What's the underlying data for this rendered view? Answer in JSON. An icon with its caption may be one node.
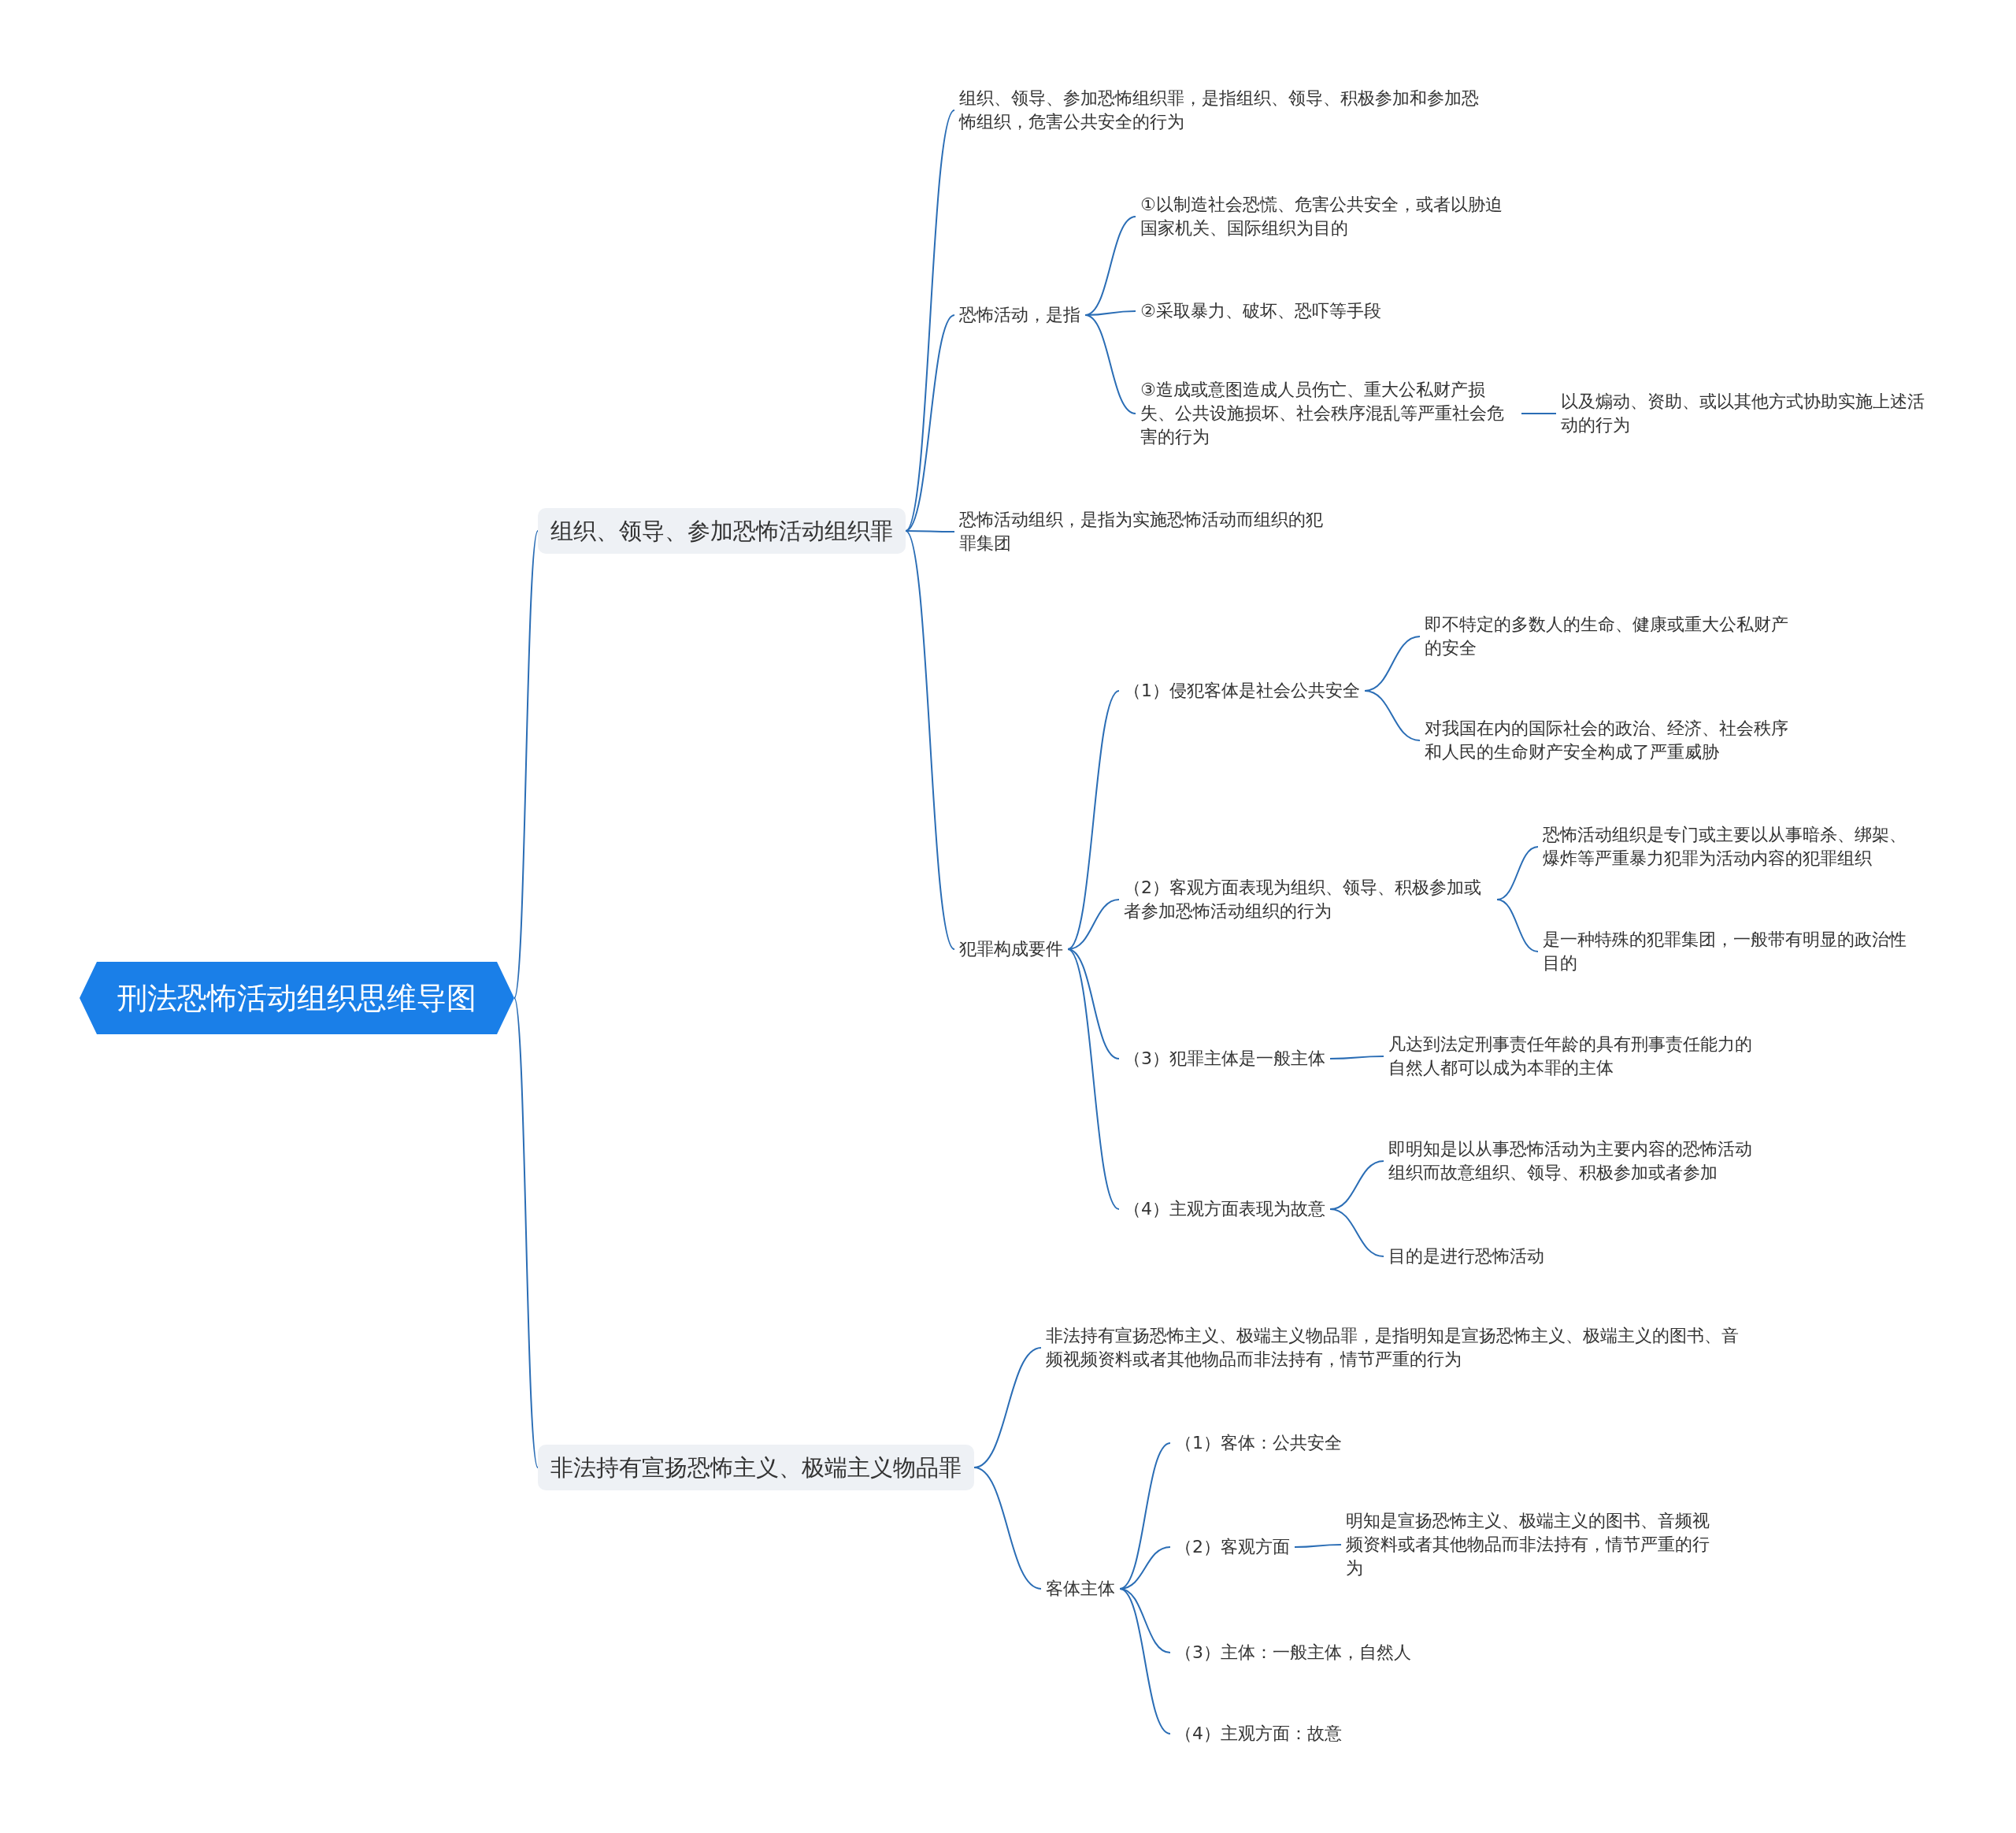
{
  "diagram": {
    "nodes": [
      {
        "text": [
          "刑法恐怖活动组织思维导图"
        ]
      },
      {
        "text": [
          "组织、领导、参加恐怖活动组织罪"
        ]
      },
      {
        "text": [
          "非法持有宣扬恐怖主义、极端主义物品罪"
        ]
      },
      {
        "text": [
          "组织、领导、参加恐怖组织罪，是指组织、领导、积极参加和参加恐怖组织，危害公共安全的行为"
        ]
      },
      {
        "text": [
          "恐怖活动，是指"
        ]
      },
      {
        "text": [
          "①以制造社会恐慌、危害公共安全，或者以胁迫国家机关、国际组织为目的"
        ]
      },
      {
        "text": [
          "②采取暴力、破坏、恐吓等手段"
        ]
      },
      {
        "text": [
          "③造成或意图造成人员伤亡、重大公私财产损失、公共设施损坏、社会秩序混乱等严重社会危害的行为"
        ]
      },
      {
        "text": [
          "以及煽动、资助、或以其他方式协助实施上述活动的行为"
        ]
      },
      {
        "text": [
          "恐怖活动组织，是指为实施恐怖活动而组织的犯罪集团"
        ]
      },
      {
        "text": [
          "犯罪构成要件"
        ]
      },
      {
        "text": [
          "（1）侵犯客体是社会公共安全"
        ]
      },
      {
        "text": [
          "即不特定的多数人的生命、健康或重大公私财产的安全"
        ]
      },
      {
        "text": [
          "对我国在内的国际社会的政治、经济、社会秩序和人民的生命财产安全构成了严重威胁"
        ]
      },
      {
        "text": [
          "（2）客观方面表现为组织、领导、积极参加或者参加恐怖活动组织的行为"
        ]
      },
      {
        "text": [
          "恐怖活动组织是专门或主要以从事暗杀、绑架、爆炸等严重暴力犯罪为活动内容的犯罪组织"
        ]
      },
      {
        "text": [
          "是一种特殊的犯罪集团，一般带有明显的政治性目的"
        ]
      },
      {
        "text": [
          "（3）犯罪主体是一般主体"
        ]
      },
      {
        "text": [
          "凡达到法定刑事责任年龄的具有刑事责任能力的自然人都可以成为本罪的主体"
        ]
      },
      {
        "text": [
          "（4）主观方面表现为故意"
        ]
      },
      {
        "text": [
          "即明知是以从事恐怖活动为主要内容的恐怖活动组织而故意组织、领导、积极参加或者参加"
        ]
      },
      {
        "text": [
          "目的是进行恐怖活动"
        ]
      },
      {
        "text": [
          "非法持有宣扬恐怖主义、极端主义物品罪，是指明知是宣扬恐怖主义、极端主义的图书、音频视频资料或者其他物品而非法持有，情节严重的行为"
        ]
      },
      {
        "text": [
          "客体主体"
        ]
      },
      {
        "text": [
          "（1）客体：公共安全"
        ]
      },
      {
        "text": [
          "（2）客观方面"
        ]
      },
      {
        "text": [
          "明知是宣扬恐怖主义、极端主义的图书、音频视频资料或者其他物品而非法持有，情节严重的行为"
        ]
      },
      {
        "text": [
          "（3）主体：一般主体，自然人"
        ]
      },
      {
        "text": [
          "（4）主观方面：故意"
        ]
      }
    ],
    "edges": [
      {
        "from": 0,
        "to": 1,
        "arrow": "none"
      },
      {
        "from": 0,
        "to": 2,
        "arrow": "none"
      },
      {
        "from": 1,
        "to": 3,
        "arrow": "none"
      },
      {
        "from": 1,
        "to": 4,
        "arrow": "none"
      },
      {
        "from": 1,
        "to": 9,
        "arrow": "none"
      },
      {
        "from": 1,
        "to": 10,
        "arrow": "none"
      },
      {
        "from": 4,
        "to": 5,
        "arrow": "none"
      },
      {
        "from": 4,
        "to": 6,
        "arrow": "none"
      },
      {
        "from": 4,
        "to": 7,
        "arrow": "none"
      },
      {
        "from": 7,
        "to": 8,
        "arrow": "none"
      },
      {
        "from": 10,
        "to": 11,
        "arrow": "none"
      },
      {
        "from": 10,
        "to": 14,
        "arrow": "none"
      },
      {
        "from": 10,
        "to": 17,
        "arrow": "none"
      },
      {
        "from": 10,
        "to": 19,
        "arrow": "none"
      },
      {
        "from": 11,
        "to": 12,
        "arrow": "none"
      },
      {
        "from": 11,
        "to": 13,
        "arrow": "none"
      },
      {
        "from": 14,
        "to": 15,
        "arrow": "none"
      },
      {
        "from": 14,
        "to": 16,
        "arrow": "none"
      },
      {
        "from": 17,
        "to": 18,
        "arrow": "none"
      },
      {
        "from": 19,
        "to": 20,
        "arrow": "none"
      },
      {
        "from": 19,
        "to": 21,
        "arrow": "none"
      },
      {
        "from": 2,
        "to": 22,
        "arrow": "none"
      },
      {
        "from": 2,
        "to": 23,
        "arrow": "none"
      },
      {
        "from": 23,
        "to": 24,
        "arrow": "none"
      },
      {
        "from": 23,
        "to": 25,
        "arrow": "none"
      },
      {
        "from": 23,
        "to": 27,
        "arrow": "none"
      },
      {
        "from": 23,
        "to": 28,
        "arrow": "none"
      },
      {
        "from": 25,
        "to": 26,
        "arrow": "none"
      }
    ]
  }
}
